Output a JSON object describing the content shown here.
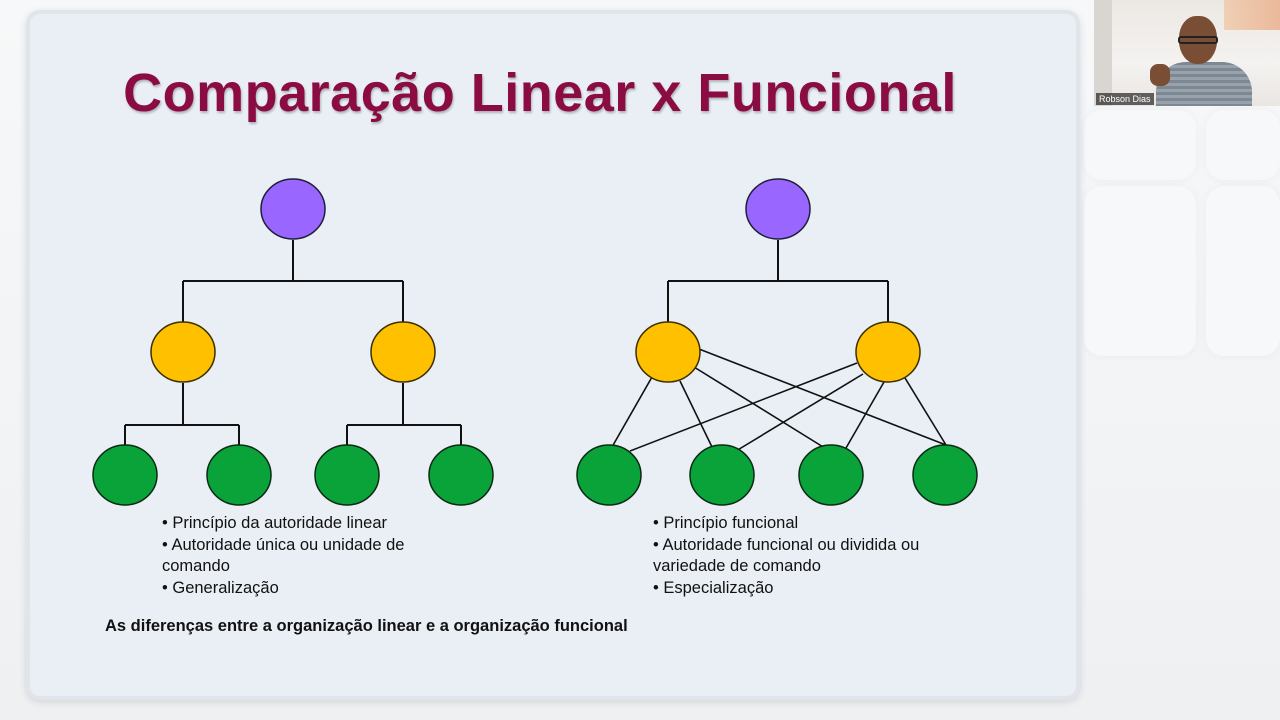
{
  "slide": {
    "title": "Comparação Linear x Funcional",
    "left_bullets": [
      "• Princípio da autoridade linear",
      "• Autoridade única ou unidade de",
      "comando",
      "• Generalização"
    ],
    "right_bullets": [
      "• Princípio funcional",
      "• Autoridade funcional ou dividida ou",
      "variedade  de comando",
      "• Especialização"
    ],
    "caption": "As diferenças entre a organização linear e a organização funcional",
    "colors": {
      "title": "#8a0c43",
      "top_node": "#9966ff",
      "middle_node": "#ffc000",
      "bottom_node": "#0aa33a"
    }
  },
  "video": {
    "participant_name": "Robson Dias"
  }
}
